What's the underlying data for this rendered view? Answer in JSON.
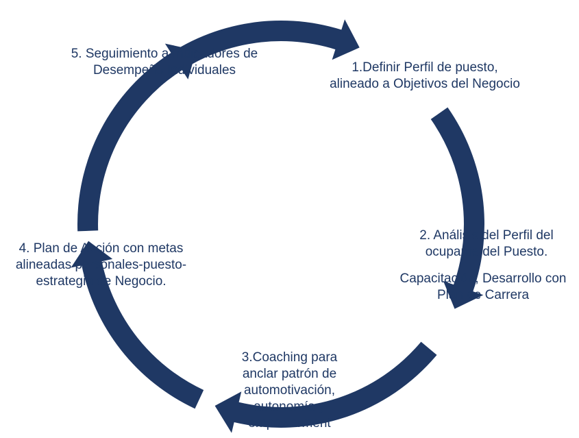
{
  "colors": {
    "arrow": "#1f3864",
    "text": "#1f3864",
    "background": "#ffffff"
  },
  "steps": {
    "step1": {
      "lines": [
        "1.Definir Perfil de puesto,",
        "alineado a Objetivos del Negocio"
      ]
    },
    "step2": {
      "lines": [
        "2. Análisis del Perfil del",
        "ocupante del Puesto."
      ]
    },
    "step2_sub": {
      "lines": [
        "Capacitación, Desarrollo con",
        "Plan de Carrera"
      ]
    },
    "step3": {
      "lines": [
        "3.Coaching para",
        "anclar patrón de",
        "automotivación,",
        "autonomía y",
        "empowerment"
      ]
    },
    "step4": {
      "lines": [
        "4. Plan de Acción con metas",
        "alineadas personales-puesto-",
        "estrategia de Negocio."
      ]
    },
    "step5": {
      "lines": [
        "5. Seguimiento a Indicadores de",
        "Desempeño Individuales"
      ]
    }
  },
  "arrows": [
    {
      "name": "arrow-step5-to-step1"
    },
    {
      "name": "arrow-step1-to-step2"
    },
    {
      "name": "arrow-step2-to-step3"
    },
    {
      "name": "arrow-step3-to-step4"
    },
    {
      "name": "arrow-step4-to-step5"
    }
  ]
}
